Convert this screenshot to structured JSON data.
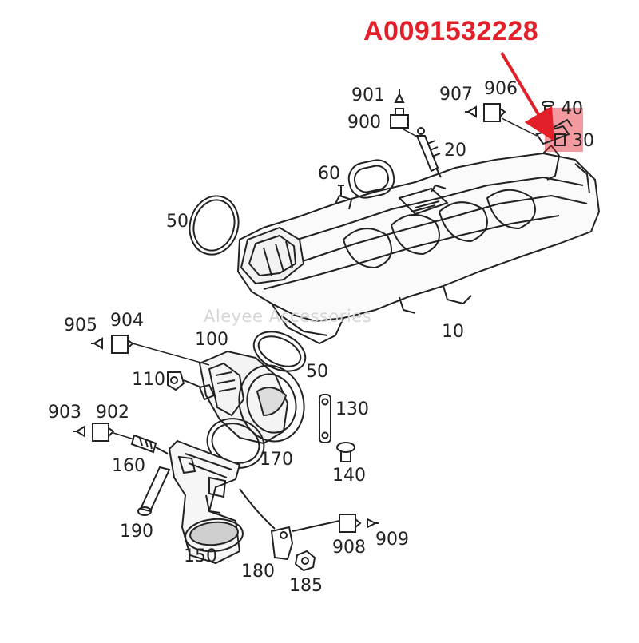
{
  "part_number": "A0091532228",
  "watermark": "Aleyee Accessories",
  "callouts": {
    "c901": "901",
    "c900": "900",
    "c907": "907",
    "c906": "906",
    "c40": "40",
    "c30": "30",
    "c20": "20",
    "c60": "60",
    "c50a": "50",
    "c905": "905",
    "c904": "904",
    "c100": "100",
    "c10": "10",
    "c50b": "50",
    "c110": "110",
    "c130": "130",
    "c903": "903",
    "c902": "902",
    "c160": "160",
    "c170": "170",
    "c140": "140",
    "c190": "190",
    "c150": "150",
    "c908": "908",
    "c909": "909",
    "c180": "180",
    "c185": "185"
  },
  "colors": {
    "highlight": "#e3202a",
    "line": "#222222"
  }
}
